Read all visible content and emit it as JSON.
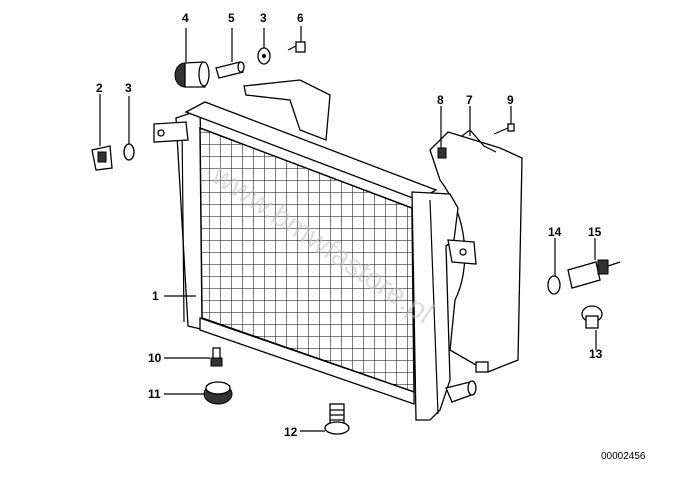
{
  "diagram": {
    "reference_number": "00002456",
    "watermark": "www.bmwfastore.pl",
    "callouts": [
      "1",
      "2",
      "3",
      "4",
      "5",
      "3",
      "6",
      "7",
      "8",
      "9",
      "10",
      "11",
      "12",
      "13",
      "14",
      "15"
    ]
  }
}
